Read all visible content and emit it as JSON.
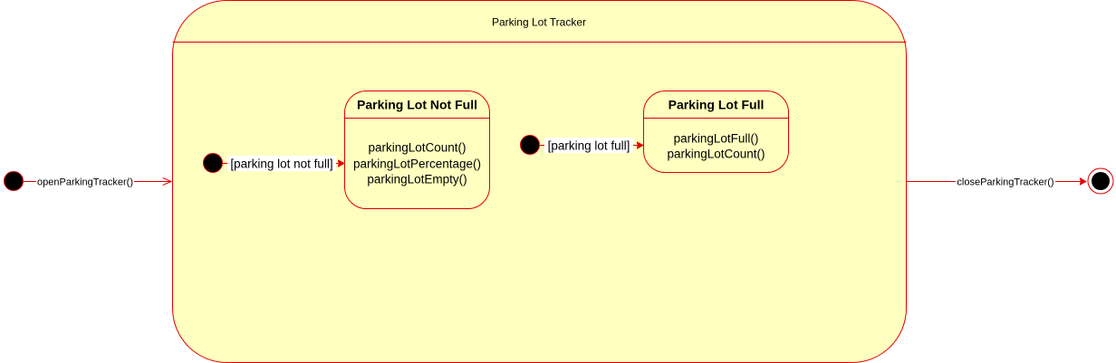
{
  "composite_state": {
    "title": "Parking Lot Tracker"
  },
  "states": {
    "not_full": {
      "title": "Parking Lot Not Full",
      "actions": [
        "parkingLotCount()",
        "parkingLotPercentage()",
        "parkingLotEmpty()"
      ]
    },
    "full": {
      "title": "Parking Lot Full",
      "actions": [
        "parkingLotFull()",
        "parkingLotCount()"
      ]
    }
  },
  "transitions": {
    "open": "openParkingTracker()",
    "close": "closeParkingTracker()",
    "guard_not_full": "[parking lot not full]",
    "guard_full": "[parking lot full]"
  },
  "colors": {
    "stroke": "#e00000",
    "fill": "#ffffc0",
    "node": "#000000"
  }
}
